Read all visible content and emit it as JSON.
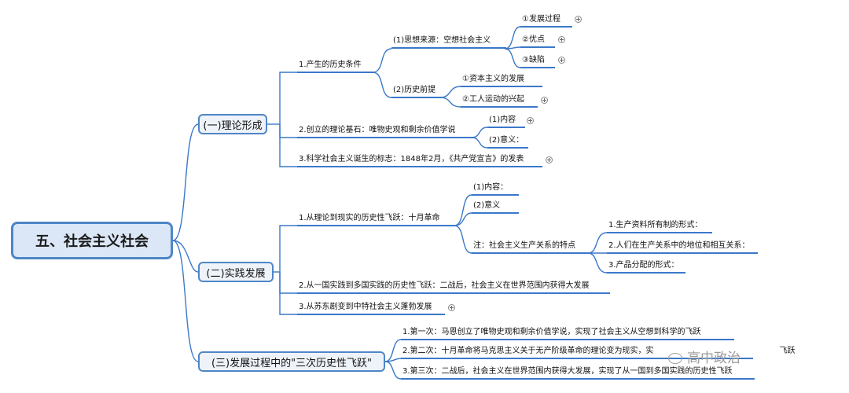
{
  "root": "五、社会主义社会",
  "branches": {
    "b1": {
      "label": "(一)理论形成",
      "c1": {
        "label": "1.产生的历史条件",
        "s1": {
          "label": "(1)思想来源：空想社会主义",
          "i1": "①发展过程",
          "i2": "②优点",
          "i3": "③缺陷"
        },
        "s2": {
          "label": "(2)历史前提",
          "i1": "①资本主义的发展",
          "i2": "②工人运动的兴起"
        }
      },
      "c2": {
        "label": "2.创立的理论基石：唯物史观和剩余价值学说",
        "i1": "(1)内容",
        "i2": "(2)意义："
      },
      "c3": {
        "label": "3.科学社会主义诞生的标志：1848年2月，《共产党宣言》的发表"
      }
    },
    "b2": {
      "label": "(二)实践发展",
      "c1": {
        "label": "1.从理论到现实的历史性飞跃：十月革命",
        "i1": "(1)内容：",
        "i2": "(2)意义",
        "note": {
          "label": "注：社会主义生产关系的特点",
          "i1": "1.生产资料所有制的形式：",
          "i2": "2.人们在生产关系中的地位和相互关系：",
          "i3": "3.产品分配的形式："
        }
      },
      "c2": {
        "label": "2.从一国实践到多国实践的历史性飞跃：二战后，社会主义在世界范围内获得大发展"
      },
      "c3": {
        "label": "3.从苏东剧变到中特社会主义蓬勃发展"
      }
    },
    "b3": {
      "label": "(三)发展过程中的\"三次历史性飞跃\"",
      "c1": "1.第一次：马恩创立了唯物史观和剩余价值学说，实现了社会主义从空想到科学的飞跃",
      "c2": "2.第二次：十月革命将马克思主义关于无产阶级革命的理论变为现实，实",
      "c2_tail": "飞跃",
      "c3": "3.第三次：二战后，社会主义在世界范围内获得大发展，实现了从一国到多国实践的历史性飞跃"
    }
  },
  "watermark": "高中政治"
}
